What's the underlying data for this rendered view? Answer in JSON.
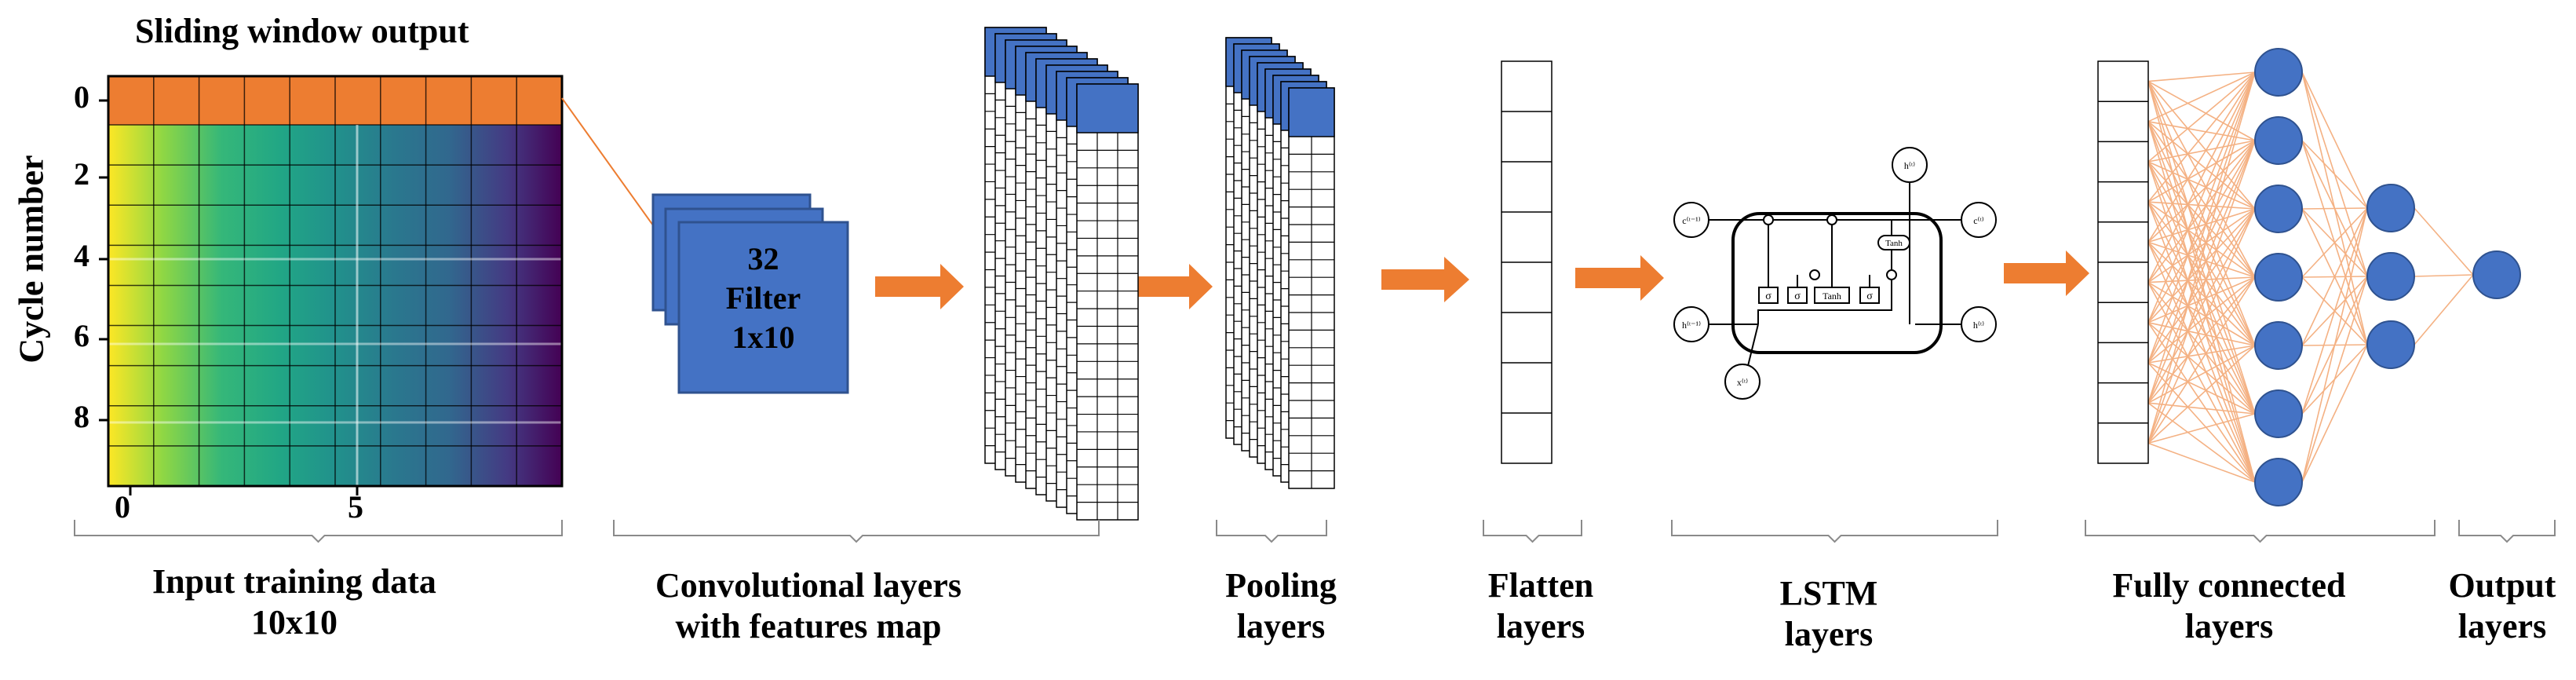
{
  "heatmap": {
    "title": "Sliding window output",
    "y_axis_label": "Cycle number",
    "y_ticks": [
      "0",
      "2",
      "4",
      "6",
      "8"
    ],
    "x_ticks": [
      "0",
      "5"
    ],
    "highlight_color": "#ED7D31"
  },
  "filter": {
    "line1": "32",
    "line2": "Filter",
    "line3": "1x10",
    "color": "#4472C4"
  },
  "stages": [
    {
      "line1": "Input training  data",
      "line2": "10x10"
    },
    {
      "line1": "Convolutional layers",
      "line2": "with features map"
    },
    {
      "line1": "Pooling",
      "line2": "layers"
    },
    {
      "line1": "Flatten",
      "line2": "layers"
    },
    {
      "line1": "LSTM",
      "line2": "layers"
    },
    {
      "line1": "Fully connected",
      "line2": "layers"
    },
    {
      "line1": "Output",
      "line2": "layers"
    }
  ],
  "lstm_cell": {
    "gate_labels": [
      "σ",
      "σ",
      "Tanh",
      "σ"
    ],
    "activation_label": "Tanh",
    "input_label": "x⁽ᵗ⁾",
    "output_label": "h⁽ᵗ⁾",
    "prev_cell_label": "c⁽ᵗ⁻¹⁾",
    "next_cell_label": "c⁽ᵗ⁾",
    "prev_hidden_label": "h⁽ᵗ⁻¹⁾",
    "next_hidden_label": "h⁽ᵗ⁾"
  },
  "network": {
    "hidden1_count": 7,
    "hidden2_count": 3,
    "output_count": 1,
    "node_color": "#4472C4",
    "edge_color": "#F4B183"
  },
  "colors": {
    "arrow": "#ED7D31",
    "accent": "#ED7D31",
    "block": "#4472C4"
  }
}
